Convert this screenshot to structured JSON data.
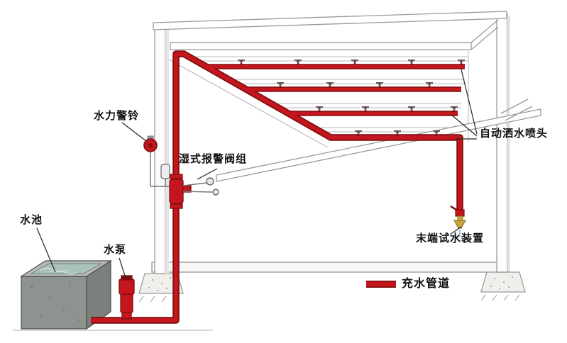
{
  "labels": {
    "alarm_bell": "水力警铃",
    "wet_alarm_valve": "湿式报警阀组",
    "water_pool": "水池",
    "water_pump": "水泵",
    "sprinkler_heads": "自动洒水喷头",
    "end_test_device": "末端试水装置",
    "legend_charged_pipe": "充水管道"
  },
  "colors": {
    "pipe_red": "#c5161d",
    "pipe_dark": "#7e0d10",
    "structure_stroke": "#9a9a9a",
    "water_teal": "#aac2bc",
    "tank_body": "#8e938f",
    "brass": "#c9a43e",
    "label_text": "#111111",
    "background": "#ffffff"
  }
}
